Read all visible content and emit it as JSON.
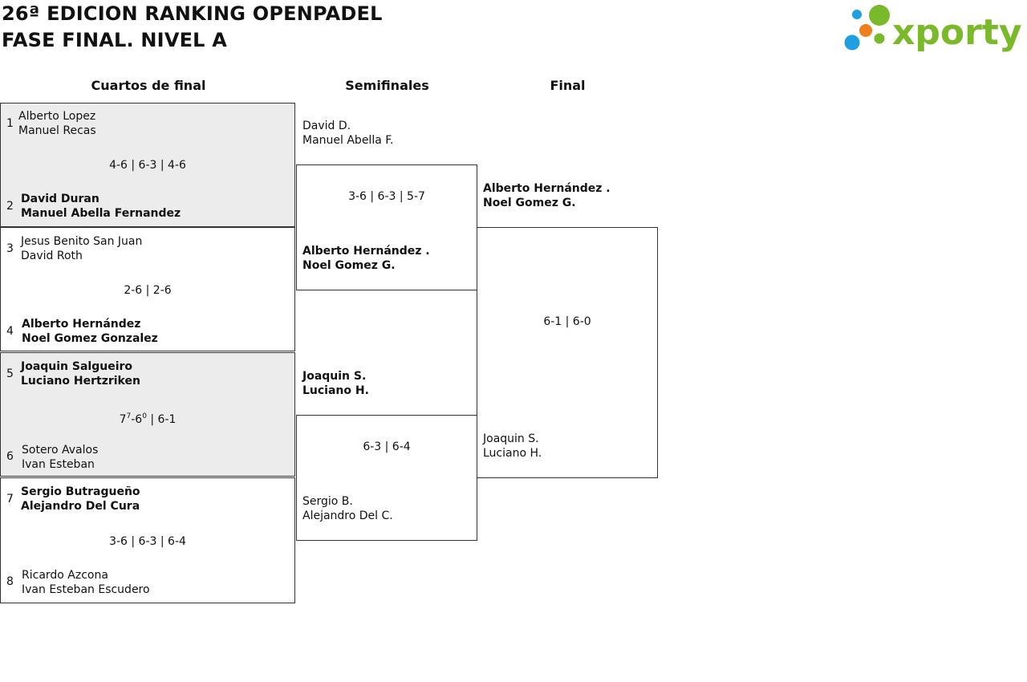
{
  "header": {
    "title_line1": "26ª EDICION RANKING OPENPADEL",
    "title_line2": "FASE FINAL. NIVEL A",
    "logo_text": "xporty"
  },
  "rounds": {
    "quarterfinals": "Cuartos de final",
    "semifinals": "Semifinales",
    "final": "Final"
  },
  "quarterfinals": [
    {
      "seed_a": "1",
      "team_a": [
        "Alberto Lopez",
        "Manuel Recas"
      ],
      "seed_b": "2",
      "team_b": [
        "David Duran",
        "Manuel Abella Fernandez"
      ],
      "score": "4-6 | 6-3 | 4-6",
      "winner": "b"
    },
    {
      "seed_a": "3",
      "team_a": [
        "Jesus Benito San Juan",
        "David Roth"
      ],
      "seed_b": "4",
      "team_b": [
        "Alberto Hernández",
        "Noel Gomez Gonzalez"
      ],
      "score": "2-6 | 2-6",
      "winner": "b"
    },
    {
      "seed_a": "5",
      "team_a": [
        "Joaquin Salgueiro",
        "Luciano Hertzriken"
      ],
      "seed_b": "6",
      "team_b": [
        "Sotero Avalos",
        "Ivan Esteban"
      ],
      "score_parts": {
        "set1_a": "7",
        "set1_a_tb": "7",
        "set1_b": "6",
        "set1_b_tb": "0",
        "rest": " | 6-1"
      },
      "winner": "a"
    },
    {
      "seed_a": "7",
      "team_a": [
        "Sergio Butragueño",
        "Alejandro Del Cura"
      ],
      "seed_b": "8",
      "team_b": [
        "Ricardo Azcona",
        "Ivan Esteban Escudero"
      ],
      "score": "3-6 | 6-3 | 6-4",
      "winner": "a"
    }
  ],
  "semifinals": [
    {
      "team_a": [
        "David D.",
        "Manuel Abella F."
      ],
      "team_b": [
        "Alberto Hernández .",
        "Noel Gomez G."
      ],
      "score": "3-6 | 6-3 | 5-7",
      "winner": "b"
    },
    {
      "team_a": [
        "Joaquin S.",
        "Luciano H."
      ],
      "team_b": [
        "Sergio B.",
        "Alejandro Del C."
      ],
      "score": "6-3 | 6-4",
      "winner": "a"
    }
  ],
  "final": {
    "team_a": [
      "Alberto Hernández .",
      "Noel Gomez G."
    ],
    "team_b": [
      "Joaquin S.",
      "Luciano H."
    ],
    "score": "6-1 | 6-0",
    "winner": "a"
  },
  "colors": {
    "shade": "#ececec",
    "logo_green": "#7ab929",
    "logo_blue": "#1ea0e0",
    "logo_orange": "#ef7f1a"
  }
}
